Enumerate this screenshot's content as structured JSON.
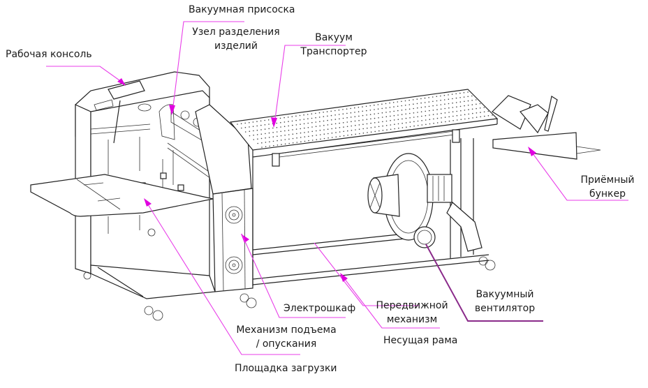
{
  "title": "Machine component diagram",
  "colors": {
    "leader": "#e83de8",
    "leader_dark": "#8a2a8a",
    "arrow": "#e000e0",
    "drawing": "#222222"
  },
  "labels": {
    "vacuum_suction": "Вакуумная присоска",
    "separation_unit_1": "Узел разделения",
    "separation_unit_2": "изделий",
    "vacuum_conveyor_1": "Вакуум",
    "vacuum_conveyor_2": "Транспортер",
    "operator_console": "Рабочая консоль",
    "receiving_bunker_1": "Приёмный",
    "receiving_bunker_2": "бункер",
    "vacuum_fan_1": "Вакуумный",
    "vacuum_fan_2": "вентилятор",
    "electrical_cabinet": "Электрошкаф",
    "mobile_mechanism_1": "Передвижной",
    "mobile_mechanism_2": "механизм",
    "lift_mechanism_1": "Механизм подъема",
    "lift_mechanism_2": "/ опускания",
    "support_frame": "Несущая рама",
    "loading_platform": "Площадка загрузки"
  }
}
